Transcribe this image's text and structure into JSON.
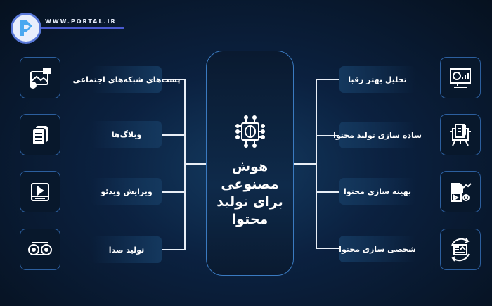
{
  "header": {
    "site": "WWW.PORTAL.IR"
  },
  "center": {
    "title": "هوش مصنوعی برای تولید محتوا",
    "icon": "ai-brain-chip-icon"
  },
  "left_items": [
    {
      "label": "پست‌های شبکه‌های اجتماعی",
      "icon": "social-media-icon"
    },
    {
      "label": "وبلاگ‌ها",
      "icon": "documents-icon"
    },
    {
      "label": "ویرایش ویدئو",
      "icon": "video-edit-icon"
    },
    {
      "label": "تولید صدا",
      "icon": "audio-reel-icon"
    }
  ],
  "right_items": [
    {
      "label": "تحلیل بهتر رقبا",
      "icon": "monitor-chart-icon"
    },
    {
      "label": "ساده سازی تولید محتوا",
      "icon": "document-pencil-board-icon"
    },
    {
      "label": "بهینه سازی محتوا",
      "icon": "document-gear-icon"
    },
    {
      "label": "شخصی سازی محتوا",
      "icon": "cycle-article-icon"
    }
  ],
  "colors": {
    "accent": "#3a7ac0",
    "background": "#0b2140",
    "line": "#e8eef6"
  }
}
